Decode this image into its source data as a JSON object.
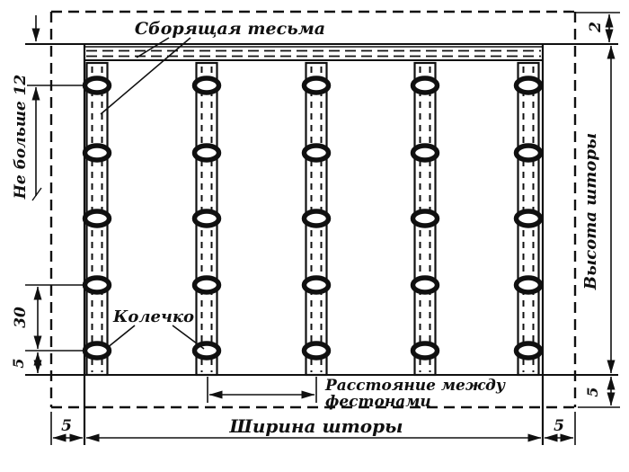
{
  "diagram": {
    "labels": {
      "gathering_tape": "Сборящая тесьма",
      "ring": "Колечко",
      "distance_between_festoons_line1": "Расстояние между",
      "distance_between_festoons_line2": "фестонами",
      "curtain_width": "Ширина шторы",
      "curtain_height": "Высота шторы",
      "max_ring_spacing": "Не больше 12"
    },
    "dimensions": {
      "top_hem": "2",
      "ring_spacing": "30",
      "bottom_ring_offset": "5",
      "left_hem": "5",
      "right_hem": "5",
      "bottom_side_hem": "5"
    },
    "structure": {
      "tape_count": 5,
      "rings_per_tape": 5
    },
    "colors": {
      "ink": "#101010",
      "background": "#ffffff"
    }
  }
}
